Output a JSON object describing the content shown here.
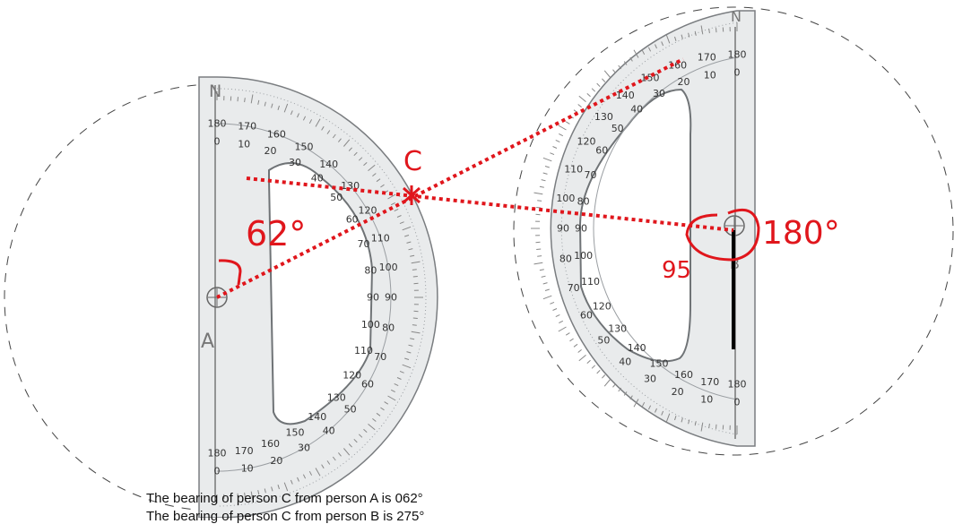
{
  "protractor_left": {
    "north_label": "N",
    "point_label": "A",
    "outer_scale": [
      "180",
      "170",
      "160",
      "150",
      "140",
      "130",
      "120",
      "110",
      "100",
      "90",
      "80",
      "70",
      "60",
      "50",
      "40",
      "30",
      "20",
      "10",
      "0"
    ],
    "inner_scale": [
      "0",
      "10",
      "20",
      "30",
      "40",
      "50",
      "60",
      "70",
      "80",
      "90",
      "100",
      "110",
      "120",
      "130",
      "140",
      "150",
      "160",
      "170",
      "180"
    ]
  },
  "protractor_right": {
    "north_label": "N",
    "point_label": "B",
    "outer_scale": [
      "180",
      "170",
      "160",
      "150",
      "140",
      "130",
      "120",
      "110",
      "100",
      "90",
      "80",
      "70",
      "60",
      "50",
      "40",
      "30",
      "20",
      "10",
      "0"
    ],
    "inner_scale": [
      "0",
      "10",
      "20",
      "30",
      "40",
      "50",
      "60",
      "70",
      "80",
      "90",
      "100",
      "110",
      "120",
      "130",
      "140",
      "150",
      "160",
      "170",
      "180"
    ]
  },
  "annotations": {
    "point_c": "C",
    "angle_a": "62°",
    "angle_b_main": "180°",
    "angle_b_extra": "95"
  },
  "caption": {
    "line1": "The bearing of person C from person A is 062°",
    "line2": "The bearing of person C from person B is 275°"
  },
  "colors": {
    "annotation": "#e0161c",
    "protractor_fill": "#e9ebec",
    "protractor_edge": "#7a7d80"
  }
}
